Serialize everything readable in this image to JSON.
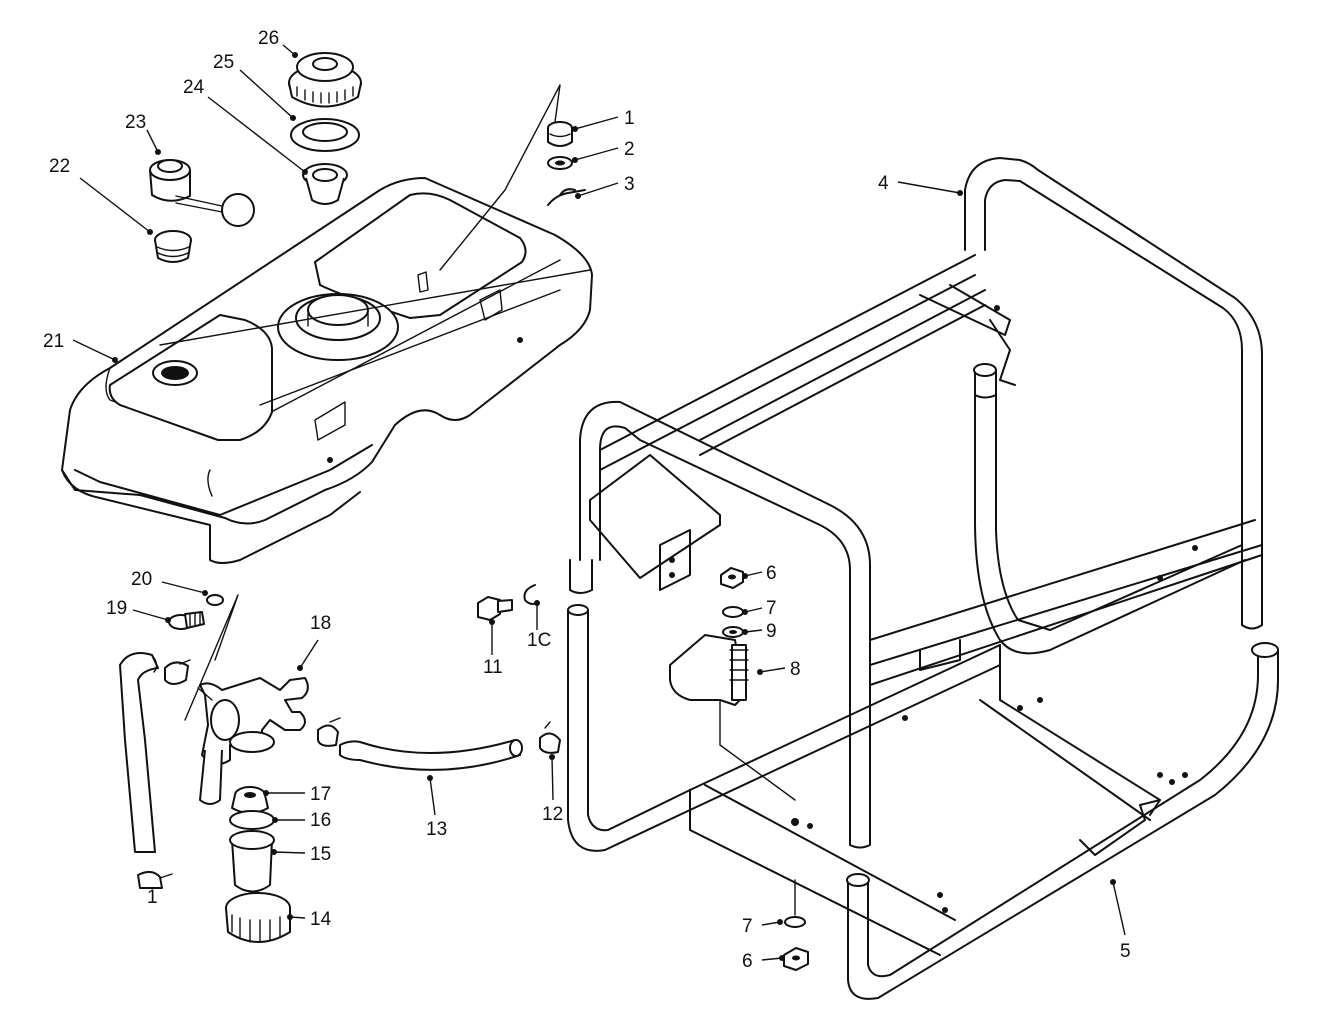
{
  "labels": {
    "p1": "1",
    "p2": "2",
    "p3": "3",
    "p4": "4",
    "p5": "5",
    "p6a": "6",
    "p6b": "6",
    "p7a": "7",
    "p7b": "7",
    "p8": "8",
    "p9": "9",
    "p10": "1C",
    "p11": "11",
    "p12": "12",
    "p13": "13",
    "p14": "14",
    "p15": "15",
    "p16": "16",
    "p17": "17",
    "p18": "18",
    "p19": "19",
    "p20": "20",
    "p21": "21",
    "p22": "22",
    "p23": "23",
    "p24": "24",
    "p25": "25",
    "p26": "26",
    "p1b": "1"
  }
}
